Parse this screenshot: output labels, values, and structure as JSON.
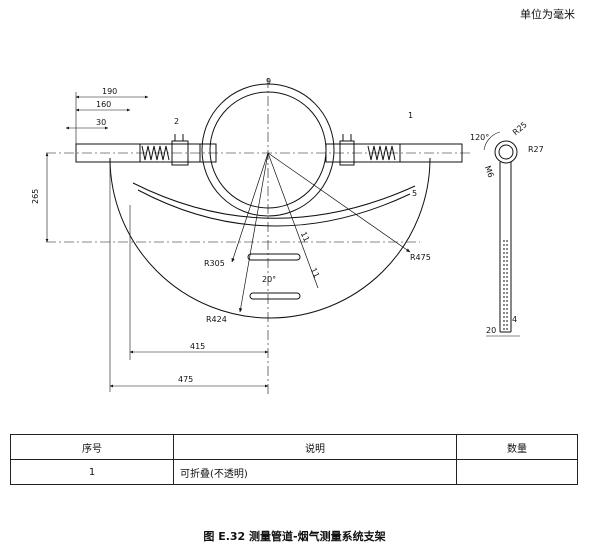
{
  "unit_note": "单位为毫米",
  "labels": {
    "part_1": "1",
    "dim_190": "190",
    "dim_160": "160",
    "dim_30": "30",
    "dim_2": "2",
    "dim_265": "265",
    "dim_415": "415",
    "dim_475": "475",
    "dim_5": "5",
    "dim_11a": "11",
    "dim_11b": "11",
    "angle_20": "20°",
    "angle_120": "120°",
    "r305": "R305",
    "r424": "R424",
    "r475": "R475",
    "r25": "R25",
    "r27": "R27",
    "m6": "M6",
    "dim_side_20": "20",
    "dim_side_4": "4",
    "top_mark": "9"
  },
  "table": {
    "headers": [
      "序号",
      "说明",
      "数量"
    ],
    "rows": [
      [
        "1",
        "可折叠(不透明)",
        ""
      ]
    ]
  },
  "caption": "图 E.32   测量管道-烟气测量系统支架"
}
